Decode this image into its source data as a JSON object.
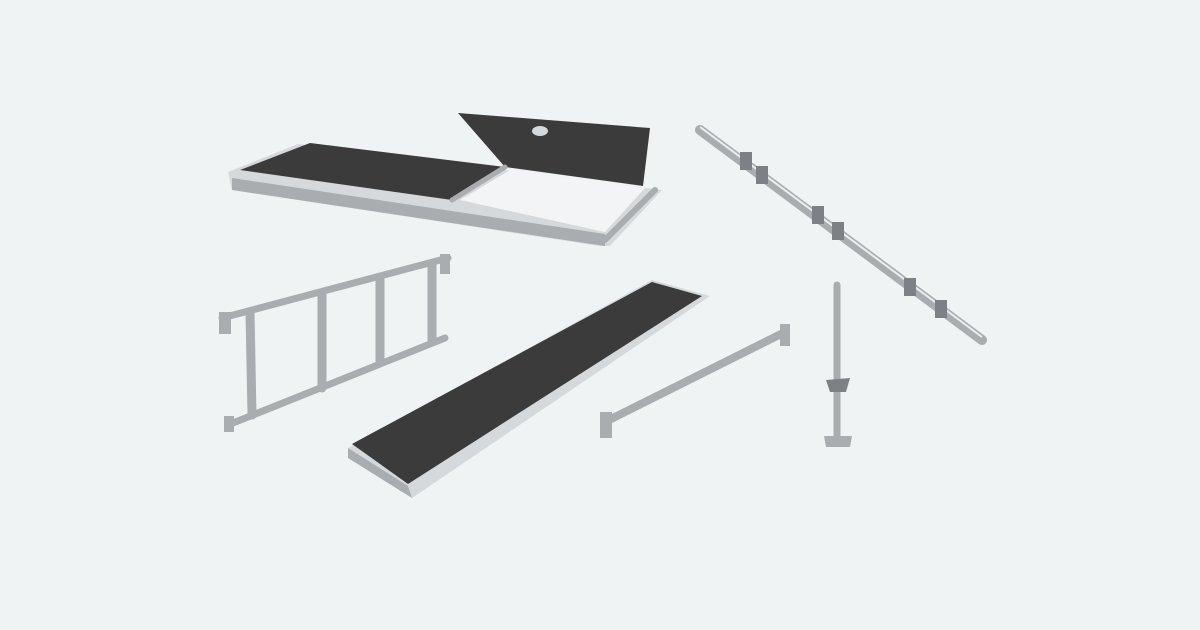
{
  "colors": {
    "background": "#eff3f4",
    "deck": "#3b3b3b",
    "metal_light": "#d6d9db",
    "metal_mid": "#a9adb0",
    "metal_dark": "#7d8185"
  },
  "components": [
    {
      "name": "hatch-platform"
    },
    {
      "name": "ladder-frame"
    },
    {
      "name": "deck-plank"
    },
    {
      "name": "ledger-bar"
    },
    {
      "name": "standard-tube"
    },
    {
      "name": "base-jack"
    }
  ]
}
